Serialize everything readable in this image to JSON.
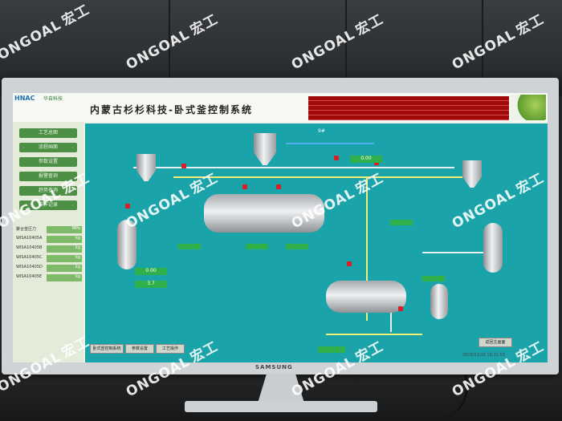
{
  "screen": {
    "logo": "HNAC",
    "company": "华自科技",
    "title": "内蒙古杉杉科技-卧式釜控制系统",
    "number_label": "9#",
    "readout_a": "0.00",
    "readout_b": "0.00",
    "readout_c": "3.7",
    "timestamp": "2019/11/18 16:21:53",
    "nav": [
      "工艺总图",
      "流程画面",
      "参数设置",
      "报警查询",
      "趋势查询",
      "操作记录"
    ],
    "params": [
      {
        "label": "聚合釜压力",
        "value": "MPa"
      },
      {
        "label": "WISA10405A",
        "value": "kg"
      },
      {
        "label": "WISA10405B",
        "value": "kg"
      },
      {
        "label": "WISA10405C",
        "value": "kg"
      },
      {
        "label": "WISA10405D",
        "value": "kg"
      },
      {
        "label": "WISA10405E",
        "value": "kg"
      }
    ],
    "bottom_buttons": [
      "卧式釜控制系统",
      "参数设置",
      "工艺操作"
    ],
    "exit_button": "返回主画面"
  },
  "monitor": {
    "brand": "SAMSUNG"
  },
  "watermark": {
    "latin": "ONGOAL",
    "cn": "宏工"
  }
}
